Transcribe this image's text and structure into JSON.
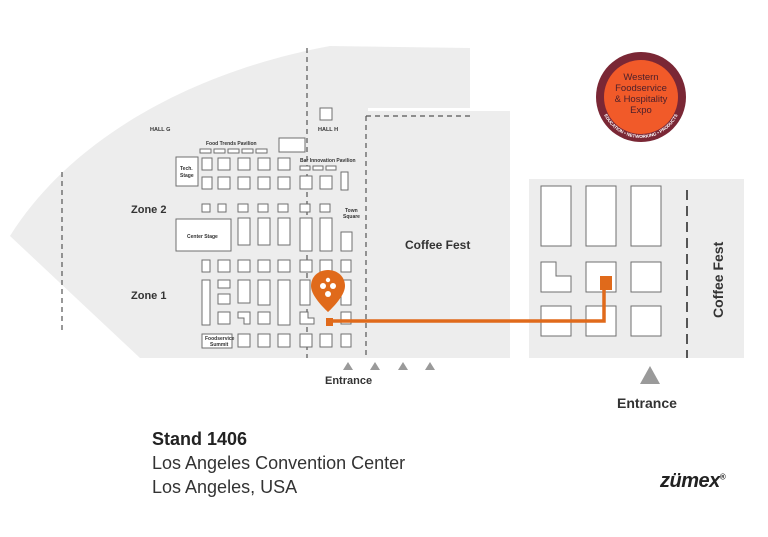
{
  "map": {
    "labels": {
      "hall_g": "HALL G",
      "hall_h": "HALL H",
      "food_trends": "Food Trends Pavilion",
      "bar_innovation": "Bar Innovation Pavilion",
      "tech_stage_1": "Tech.",
      "tech_stage_2": "Stage",
      "zone2": "Zone 2",
      "zone1": "Zone 1",
      "center_stage": "Center Stage",
      "town_square_1": "Town",
      "town_square_2": "Square",
      "foodservice_summit_1": "Foodservice",
      "foodservice_summit_2": "Summit",
      "coffee_fest_hall": "Coffee Fest",
      "coffee_fest_vertical": "Coffee Fest",
      "entrance_main": "Entrance",
      "entrance_inset": "Entrance"
    },
    "colors": {
      "floor": "#ededed",
      "booth_stroke": "#6f6f6f",
      "accent": "#e06a1b",
      "badge": "#f15a29",
      "badge_ring": "#7a2735"
    },
    "marker_icon": "location-pin-icon"
  },
  "expo_badge": {
    "line1": "Western",
    "line2": "Foodservice",
    "line3": "& Hospitality",
    "line4": "Expo",
    "ring_text": "EDUCATION • NETWORKING • PRODUCTS"
  },
  "stand": {
    "title": "Stand 1406",
    "venue": "Los Angeles Convention Center",
    "city": "Los Angeles, USA"
  },
  "brand": {
    "logo_text": "zümex",
    "logo_suffix": "®"
  }
}
